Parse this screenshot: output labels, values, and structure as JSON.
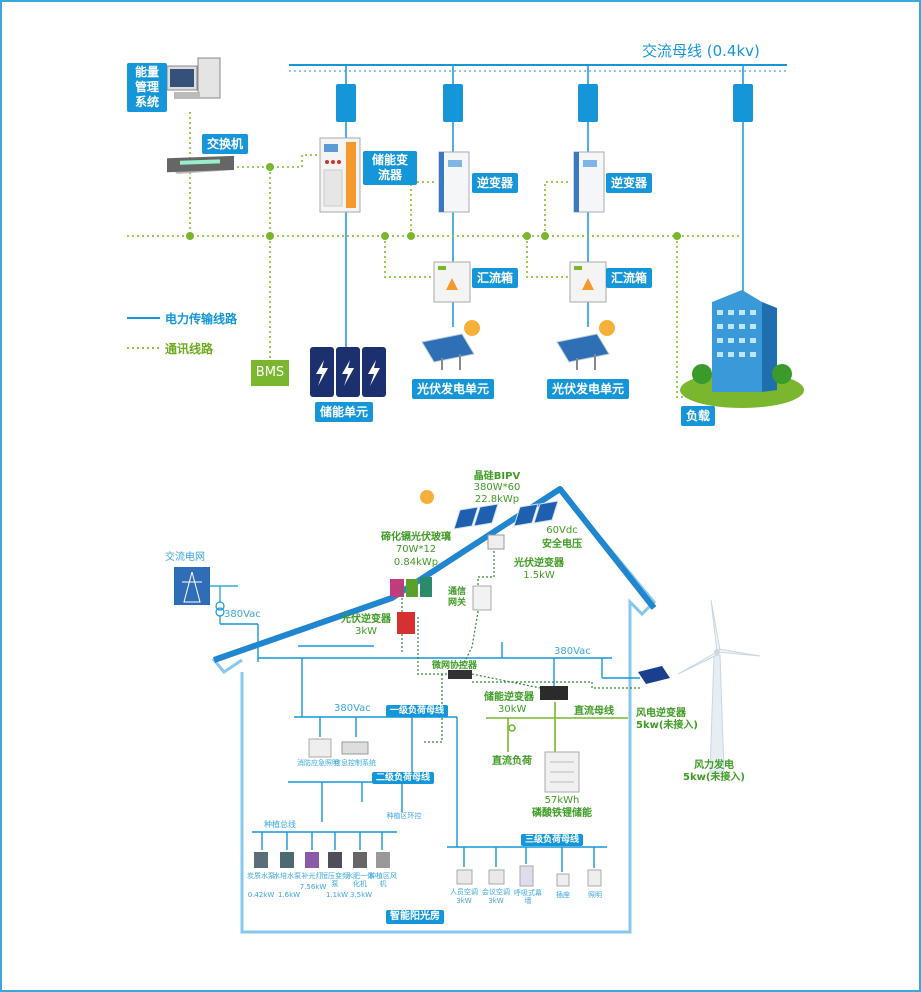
{
  "top_diagram": {
    "ac_bus": "交流母线 (0.4kv)",
    "ems": "能量管理系统",
    "switch": "交换机",
    "pcs": "储能变流器",
    "inverter1": "逆变器",
    "inverter2": "逆变器",
    "combiner1": "汇流箱",
    "combiner2": "汇流箱",
    "legend_power": "电力传输线路",
    "legend_comm": "通讯线路",
    "bms": "BMS",
    "storage_unit": "储能单元",
    "pv_unit1": "光伏发电单元",
    "pv_unit2": "光伏发电单元",
    "load": "负载"
  },
  "house_diagram": {
    "bipv_title": "晶硅BIPV",
    "bipv_spec1": "380W*60",
    "bipv_spec2": "22.8kWp",
    "cdte_title": "碲化镉光伏玻璃",
    "cdte_spec1": "70W*12",
    "cdte_spec2": "0.84kWp",
    "vdc60": "60Vdc",
    "safe_voltage": "安全电压",
    "pv_inv_small_title": "光伏逆变器",
    "pv_inv_small_spec": "1.5kW",
    "comm_gateway": "通信网关",
    "pv_inv_3k_title": "光伏逆变器",
    "pv_inv_3k_spec": "3kW",
    "grid": "交流电网",
    "v380_left": "380Vac",
    "v380_bus": "380Vac",
    "v380_lv1": "380Vac",
    "micro_controller": "微网协控器",
    "storage_inv_title": "储能逆变器",
    "storage_inv_spec": "30kW",
    "dc_bus": "直流母线",
    "wind_inv_title": "风电逆变器",
    "wind_inv_spec": "5kw(未接入)",
    "wind_gen_title": "风力发电",
    "wind_gen_spec": "5kw(未接入)",
    "level1_bus": "一级负荷母线",
    "level2_bus": "二级负荷母线",
    "level3_bus": "三级负荷母线",
    "dc_load": "直流负荷",
    "battery_spec": "57kWh",
    "battery_title": "磷酸铁锂储能",
    "fire_light": "消防应急照明",
    "info_ctrl": "信息控制系统",
    "plant_ctrl": "种植区环控",
    "plant_bus": "种植总线",
    "loads_left": [
      {
        "name": "炭质水泵",
        "spec": "0.42kW"
      },
      {
        "name": "水培水泵",
        "spec": "1.6kW"
      },
      {
        "name": "补光灯",
        "spec": "7.56kW"
      },
      {
        "name": "恒压变频泵",
        "spec": "1.1kW"
      },
      {
        "name": "水肥一体化机",
        "spec": "3.5kW"
      },
      {
        "name": "种植区风机",
        "spec": ""
      }
    ],
    "loads_right": [
      {
        "name": "人员空调",
        "spec": "3kW"
      },
      {
        "name": "会议空调",
        "spec": "3kW"
      },
      {
        "name": "呼吸式幕墙",
        "spec": ""
      },
      {
        "name": "插座",
        "spec": ""
      },
      {
        "name": "照明",
        "spec": ""
      }
    ],
    "house_name": "智能阳光房"
  },
  "colors": {
    "blue": "#1596d9",
    "green": "#7ab62e",
    "dotted_green": "#8dc63f",
    "house_outline": "#3ba7df"
  }
}
